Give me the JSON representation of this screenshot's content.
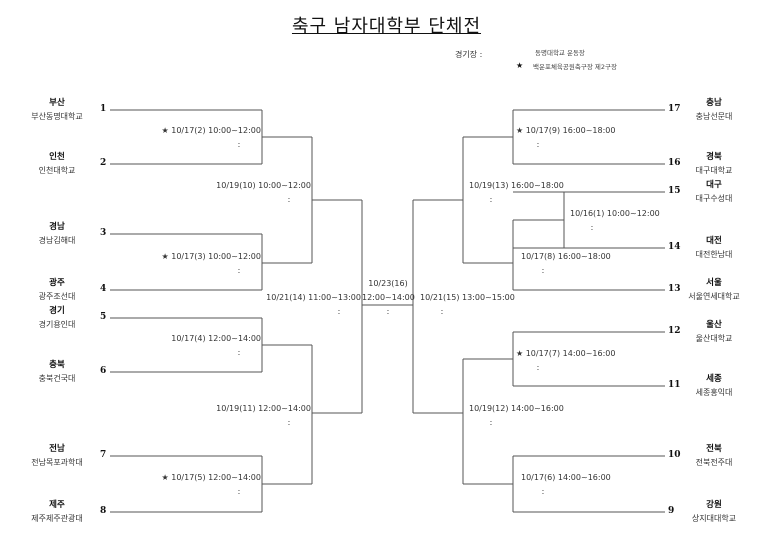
{
  "title": "축구 남자대학부 단체전",
  "venue": {
    "label": "경기장 :",
    "venue1": "동명대학교 운동장",
    "star_icon": "★",
    "venue2": "백운포체육공원축구장 제2구장"
  },
  "left_teams": [
    {
      "num": "1",
      "region": "부산",
      "school": "부산동명대학교"
    },
    {
      "num": "2",
      "region": "인천",
      "school": "인천대학교"
    },
    {
      "num": "3",
      "region": "경남",
      "school": "경남김해대"
    },
    {
      "num": "4",
      "region": "광주",
      "school": "광주조선대"
    },
    {
      "num": "5",
      "region": "경기",
      "school": "경기용인대"
    },
    {
      "num": "6",
      "region": "충북",
      "school": "충북건국대"
    },
    {
      "num": "7",
      "region": "전남",
      "school": "전남목포과학대"
    },
    {
      "num": "8",
      "region": "제주",
      "school": "제주제주관광대"
    }
  ],
  "right_teams": [
    {
      "num": "17",
      "region": "충남",
      "school": "충남선문대"
    },
    {
      "num": "16",
      "region": "경북",
      "school": "대구대학교"
    },
    {
      "num": "15",
      "region": "대구",
      "school": "대구수성대"
    },
    {
      "num": "14",
      "region": "대전",
      "school": "대전한남대"
    },
    {
      "num": "13",
      "region": "서울",
      "school": "서울연세대학교"
    },
    {
      "num": "12",
      "region": "울산",
      "school": "울산대학교"
    },
    {
      "num": "11",
      "region": "세종",
      "school": "세종홍익대"
    },
    {
      "num": "10",
      "region": "전북",
      "school": "전북전주대"
    },
    {
      "num": "9",
      "region": "강원",
      "school": "상지대대학교"
    }
  ],
  "matches": [
    {
      "label": "★ 10/17(2)  10:00~12:00",
      "score": ":"
    },
    {
      "label": "★ 10/17(3)  10:00~12:00",
      "score": ":"
    },
    {
      "label": "10/17(4)  12:00~14:00",
      "score": ":"
    },
    {
      "label": "★ 10/17(5)  12:00~14:00",
      "score": ":"
    },
    {
      "label": "10/19(10)  10:00~12:00",
      "score": ":"
    },
    {
      "label": "10/19(11)  12:00~14:00",
      "score": ":"
    },
    {
      "label": "10/21(14)  11:00~13:00",
      "score": ":"
    },
    {
      "label": "10/21(15)  13:00~15:00",
      "score": ":"
    },
    {
      "label": "★ 10/17(9)  16:00~18:00",
      "score": ":"
    },
    {
      "label": "10/19(13)  16:00~18:00",
      "score": ":"
    },
    {
      "label": "10/16(1)  10:00~12:00",
      "score": ":"
    },
    {
      "label": "10/17(8)  16:00~18:00",
      "score": ":"
    },
    {
      "label": "★ 10/17(7)  14:00~16:00",
      "score": ":"
    },
    {
      "label": "10/19(12)  14:00~16:00",
      "score": ":"
    },
    {
      "label": "10/17(6)  14:00~16:00",
      "score": ":"
    }
  ],
  "final": {
    "date": "10/23(16)",
    "time": "12:00~14:00",
    "score": ":"
  },
  "line_color": "#555555"
}
